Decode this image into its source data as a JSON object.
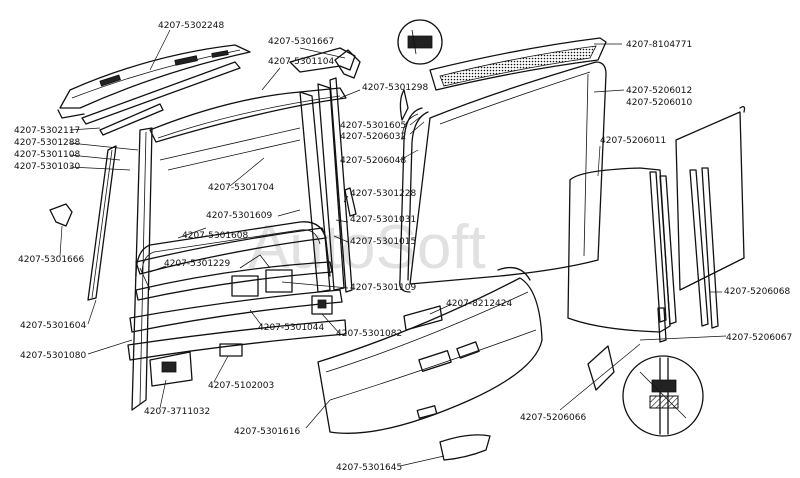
{
  "watermark": "AutoSoft",
  "labels": [
    {
      "id": "l1",
      "text": "4207-5302248"
    },
    {
      "id": "l2",
      "text": "4207-5301667"
    },
    {
      "id": "l3",
      "text": "4207-5301104"
    },
    {
      "id": "l4",
      "text": "4207-8104771"
    },
    {
      "id": "l5",
      "text": "4207-5301298"
    },
    {
      "id": "l6",
      "text": "4207-5206012"
    },
    {
      "id": "l7",
      "text": "4207-5206010"
    },
    {
      "id": "l8",
      "text": "4207-5301605"
    },
    {
      "id": "l9",
      "text": "4207-5206032"
    },
    {
      "id": "l10",
      "text": "4207-5302117"
    },
    {
      "id": "l11",
      "text": "4207-5301288"
    },
    {
      "id": "l12",
      "text": "4207-5301108"
    },
    {
      "id": "l13",
      "text": "4207-5301030"
    },
    {
      "id": "l14",
      "text": "4207-5206048"
    },
    {
      "id": "l15",
      "text": "4207-5206011"
    },
    {
      "id": "l16",
      "text": "4207-5301704"
    },
    {
      "id": "l17",
      "text": "4207-5301228"
    },
    {
      "id": "l18",
      "text": "4207-5301609"
    },
    {
      "id": "l19",
      "text": "4207-5301031"
    },
    {
      "id": "l20",
      "text": "4207-5301608"
    },
    {
      "id": "l21",
      "text": "4207-5301015"
    },
    {
      "id": "l22",
      "text": "4207-5301666"
    },
    {
      "id": "l23",
      "text": "4207-5301229"
    },
    {
      "id": "l24",
      "text": "4207-5301109"
    },
    {
      "id": "l25",
      "text": "4207-8212424"
    },
    {
      "id": "l26",
      "text": "4207-5206068"
    },
    {
      "id": "l27",
      "text": "4207-5301604"
    },
    {
      "id": "l28",
      "text": "4207-5301044"
    },
    {
      "id": "l29",
      "text": "4207-5301082"
    },
    {
      "id": "l30",
      "text": "4207-5206067"
    },
    {
      "id": "l31",
      "text": "4207-5301080"
    },
    {
      "id": "l32",
      "text": "4207-5102003"
    },
    {
      "id": "l33",
      "text": "4207-3711032"
    },
    {
      "id": "l34",
      "text": "4207-5206066"
    },
    {
      "id": "l35",
      "text": "4207-5301616"
    },
    {
      "id": "l36",
      "text": "4207-5301645"
    }
  ]
}
